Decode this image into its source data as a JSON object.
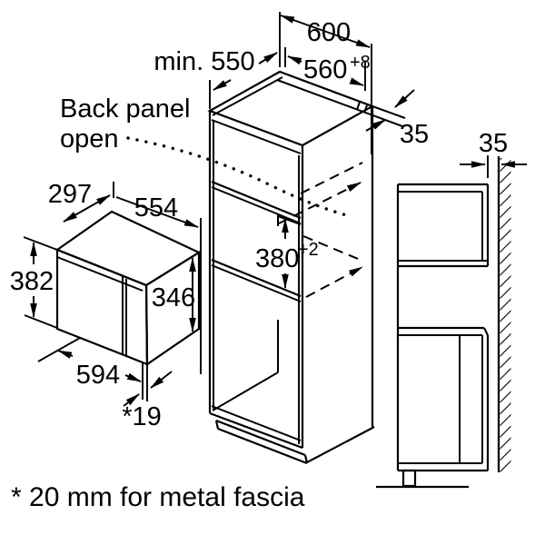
{
  "diagram": {
    "annotation": {
      "back_panel_line1": "Back panel",
      "back_panel_line2": "open"
    },
    "footnote": "* 20 mm for metal fascia",
    "dimensions": {
      "cabinet_width": "600",
      "cabinet_depth_min": "min. 550",
      "niche_width": "560",
      "niche_width_tolerance": "+8",
      "top_rail_width": "35",
      "niche_height": "380",
      "niche_height_tolerance": "+2",
      "wall_clearance": "35",
      "appliance_depth": "297",
      "appliance_width_top": "554",
      "appliance_height_overall": "382",
      "appliance_height_body": "346",
      "appliance_width_front": "594",
      "door_projection": "*19"
    }
  },
  "colors": {
    "line": "#000000",
    "background": "#ffffff"
  }
}
